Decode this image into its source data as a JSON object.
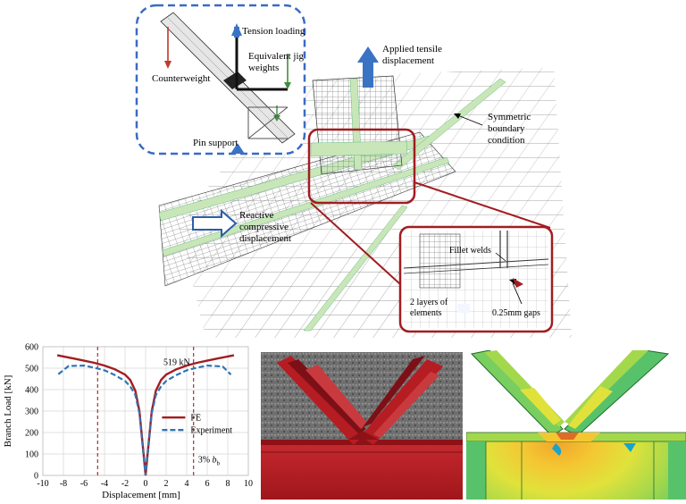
{
  "fe_model": {
    "labels": {
      "tension": "Tension loading",
      "jig_weights": "Equivalent jig\nweights",
      "counterweight": "Counterweight",
      "pin_support": "Pin support",
      "applied": "Applied tensile\ndisplacement",
      "symmetric": "Symmetric\nboundary\ncondition",
      "reactive": "Reactive\ncompressive\ndisplacement",
      "fillet": "Fillet welds",
      "layers": "2 layers of\nelements",
      "gaps": "0.25mm gaps"
    },
    "colors": {
      "inset_border": "#3a6bc4",
      "callout": "#a11d21",
      "arrow": "#3b73c4",
      "weld_green": "#c9e6b8",
      "counter_red": "#c0392b",
      "jig_green": "#3f8f3a"
    }
  },
  "chart_data": {
    "type": "line",
    "xlabel": "Displacement [mm]",
    "ylabel": "Branch Load [kN]",
    "xlim": [
      -10,
      10
    ],
    "ylim": [
      0,
      600
    ],
    "xticks": [
      "-10",
      "-8",
      "-6",
      "-4",
      "-2",
      "0",
      "2",
      "4",
      "6",
      "8",
      "10"
    ],
    "yticks": [
      "0",
      "100",
      "200",
      "300",
      "400",
      "500",
      "600"
    ],
    "grid": true,
    "legend": "center-right",
    "series": [
      {
        "name": "FE",
        "color": "#a11d21",
        "style": "solid",
        "x": [
          -8.6,
          -7,
          -6,
          -5,
          -4,
          -3,
          -2,
          -1.5,
          -1,
          -0.6,
          -0.3,
          0,
          0.3,
          0.6,
          1,
          1.5,
          2,
          3,
          4,
          5,
          6,
          7,
          8.6
        ],
        "y": [
          560,
          545,
          535,
          525,
          512,
          495,
          470,
          445,
          395,
          300,
          150,
          0,
          150,
          300,
          395,
          445,
          470,
          495,
          512,
          525,
          535,
          545,
          560
        ]
      },
      {
        "name": "Experiment",
        "color": "#2e75b6",
        "style": "dashed",
        "x": [
          -8.5,
          -7.5,
          -6,
          -5,
          -4,
          -3,
          -2,
          -1.5,
          -1,
          -0.6,
          -0.3,
          0,
          0.3,
          0.6,
          1,
          1.5,
          2,
          3,
          4,
          5,
          6,
          7.5,
          8.3
        ],
        "y": [
          472,
          510,
          512,
          502,
          490,
          468,
          440,
          415,
          375,
          290,
          140,
          0,
          140,
          290,
          375,
          415,
          440,
          468,
          490,
          502,
          512,
          508,
          470
        ]
      }
    ],
    "vlines": [
      -4.67,
      4.67
    ],
    "annotations": {
      "peak": "519 kN",
      "limit_prefix": "3% ",
      "limit_b": "b",
      "limit_sub": "b"
    }
  },
  "photo": {
    "colors": {
      "background": "#6d6d6d",
      "steel": "#b51d22",
      "steel_dark": "#7c1016"
    }
  },
  "contour": {
    "colors": [
      "#1aa3c9",
      "#57c26a",
      "#a4d84c",
      "#e0e23b",
      "#f4c732",
      "#f1a52d",
      "#e06b25"
    ]
  }
}
